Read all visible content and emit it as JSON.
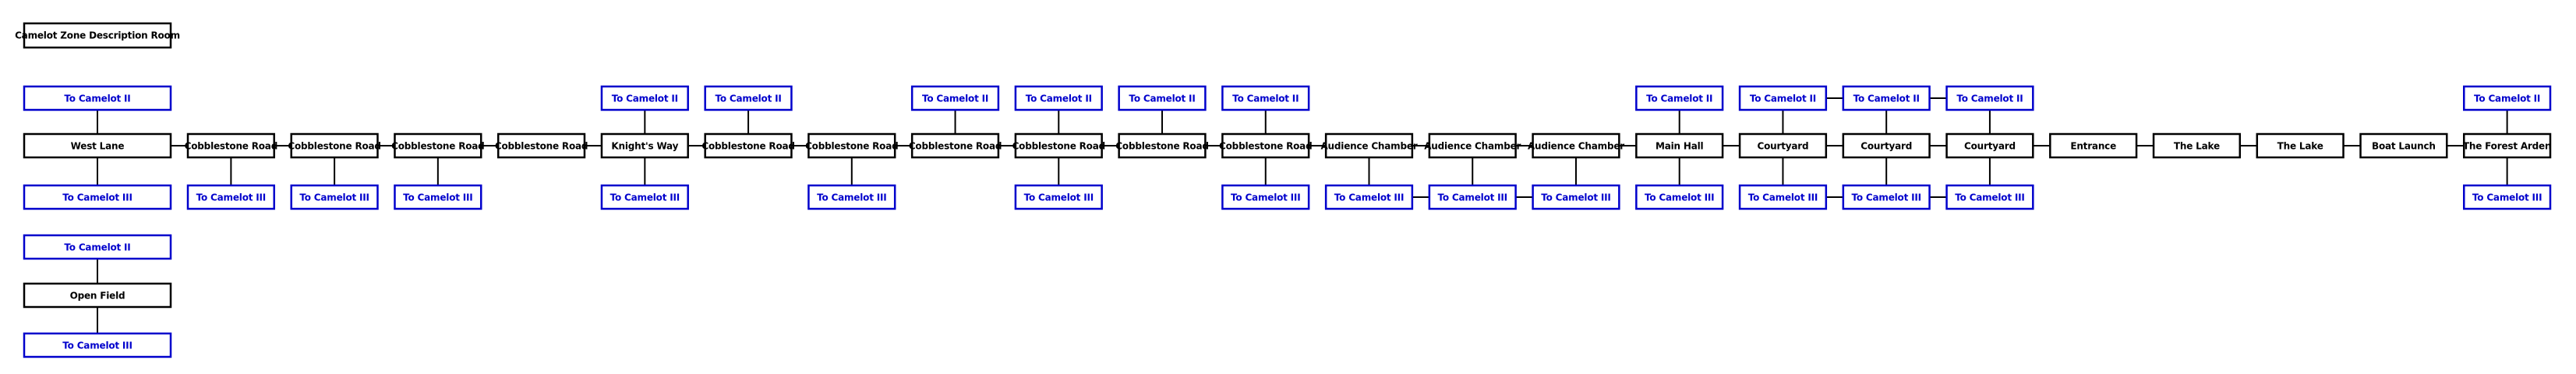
{
  "title": "Camelot Zone Description Room",
  "main_rooms": [
    {
      "label": "West Lane",
      "up": "To Camelot II",
      "down": "To Camelot III"
    },
    {
      "label": "Cobblestone Road",
      "up": null,
      "down": "To Camelot III"
    },
    {
      "label": "Cobblestone Road",
      "up": null,
      "down": "To Camelot III"
    },
    {
      "label": "Cobblestone Road",
      "up": null,
      "down": "To Camelot III"
    },
    {
      "label": "Cobblestone Road",
      "up": null,
      "down": null
    },
    {
      "label": "Knight's Way",
      "up": "To Camelot II",
      "down": "To Camelot III"
    },
    {
      "label": "Cobblestone Road",
      "up": "To Camelot II",
      "down": null
    },
    {
      "label": "Cobblestone Road",
      "up": null,
      "down": "To Camelot III"
    },
    {
      "label": "Cobblestone Road",
      "up": "To Camelot II",
      "down": null
    },
    {
      "label": "Cobblestone Road",
      "up": "To Camelot II",
      "down": "To Camelot III"
    },
    {
      "label": "Cobblestone Road",
      "up": "To Camelot II",
      "down": null
    },
    {
      "label": "Cobblestone Road",
      "up": "To Camelot II",
      "down": "To Camelot III"
    },
    {
      "label": "Audience Chamber",
      "up": null,
      "down": "To Camelot III"
    },
    {
      "label": "Audience Chamber",
      "up": null,
      "down": "To Camelot III"
    },
    {
      "label": "Audience Chamber",
      "up": null,
      "down": "To Camelot III"
    },
    {
      "label": "Main Hall",
      "up": "To Camelot II",
      "down": "To Camelot III"
    },
    {
      "label": "Courtyard",
      "up": "To Camelot II",
      "down": "To Camelot III"
    },
    {
      "label": "Courtyard",
      "up": "To Camelot II",
      "down": "To Camelot III"
    },
    {
      "label": "Courtyard",
      "up": "To Camelot II",
      "down": "To Camelot III"
    },
    {
      "label": "Entrance",
      "up": null,
      "down": null
    },
    {
      "label": "The Lake",
      "up": null,
      "down": null
    },
    {
      "label": "The Lake",
      "up": null,
      "down": null
    },
    {
      "label": "Boat Launch",
      "up": null,
      "down": null
    },
    {
      "label": "The Forest Arden",
      "up": "To Camelot II",
      "down": "To Camelot III"
    }
  ],
  "linked_exits_down": [
    [
      12,
      13
    ],
    [
      13,
      14
    ],
    [
      16,
      17
    ],
    [
      17,
      18
    ]
  ],
  "linked_exits_up": [
    [
      16,
      17
    ],
    [
      17,
      18
    ]
  ],
  "secondary_room": {
    "label": "Open Field",
    "up": "To Camelot II",
    "down": "To Camelot III"
  }
}
